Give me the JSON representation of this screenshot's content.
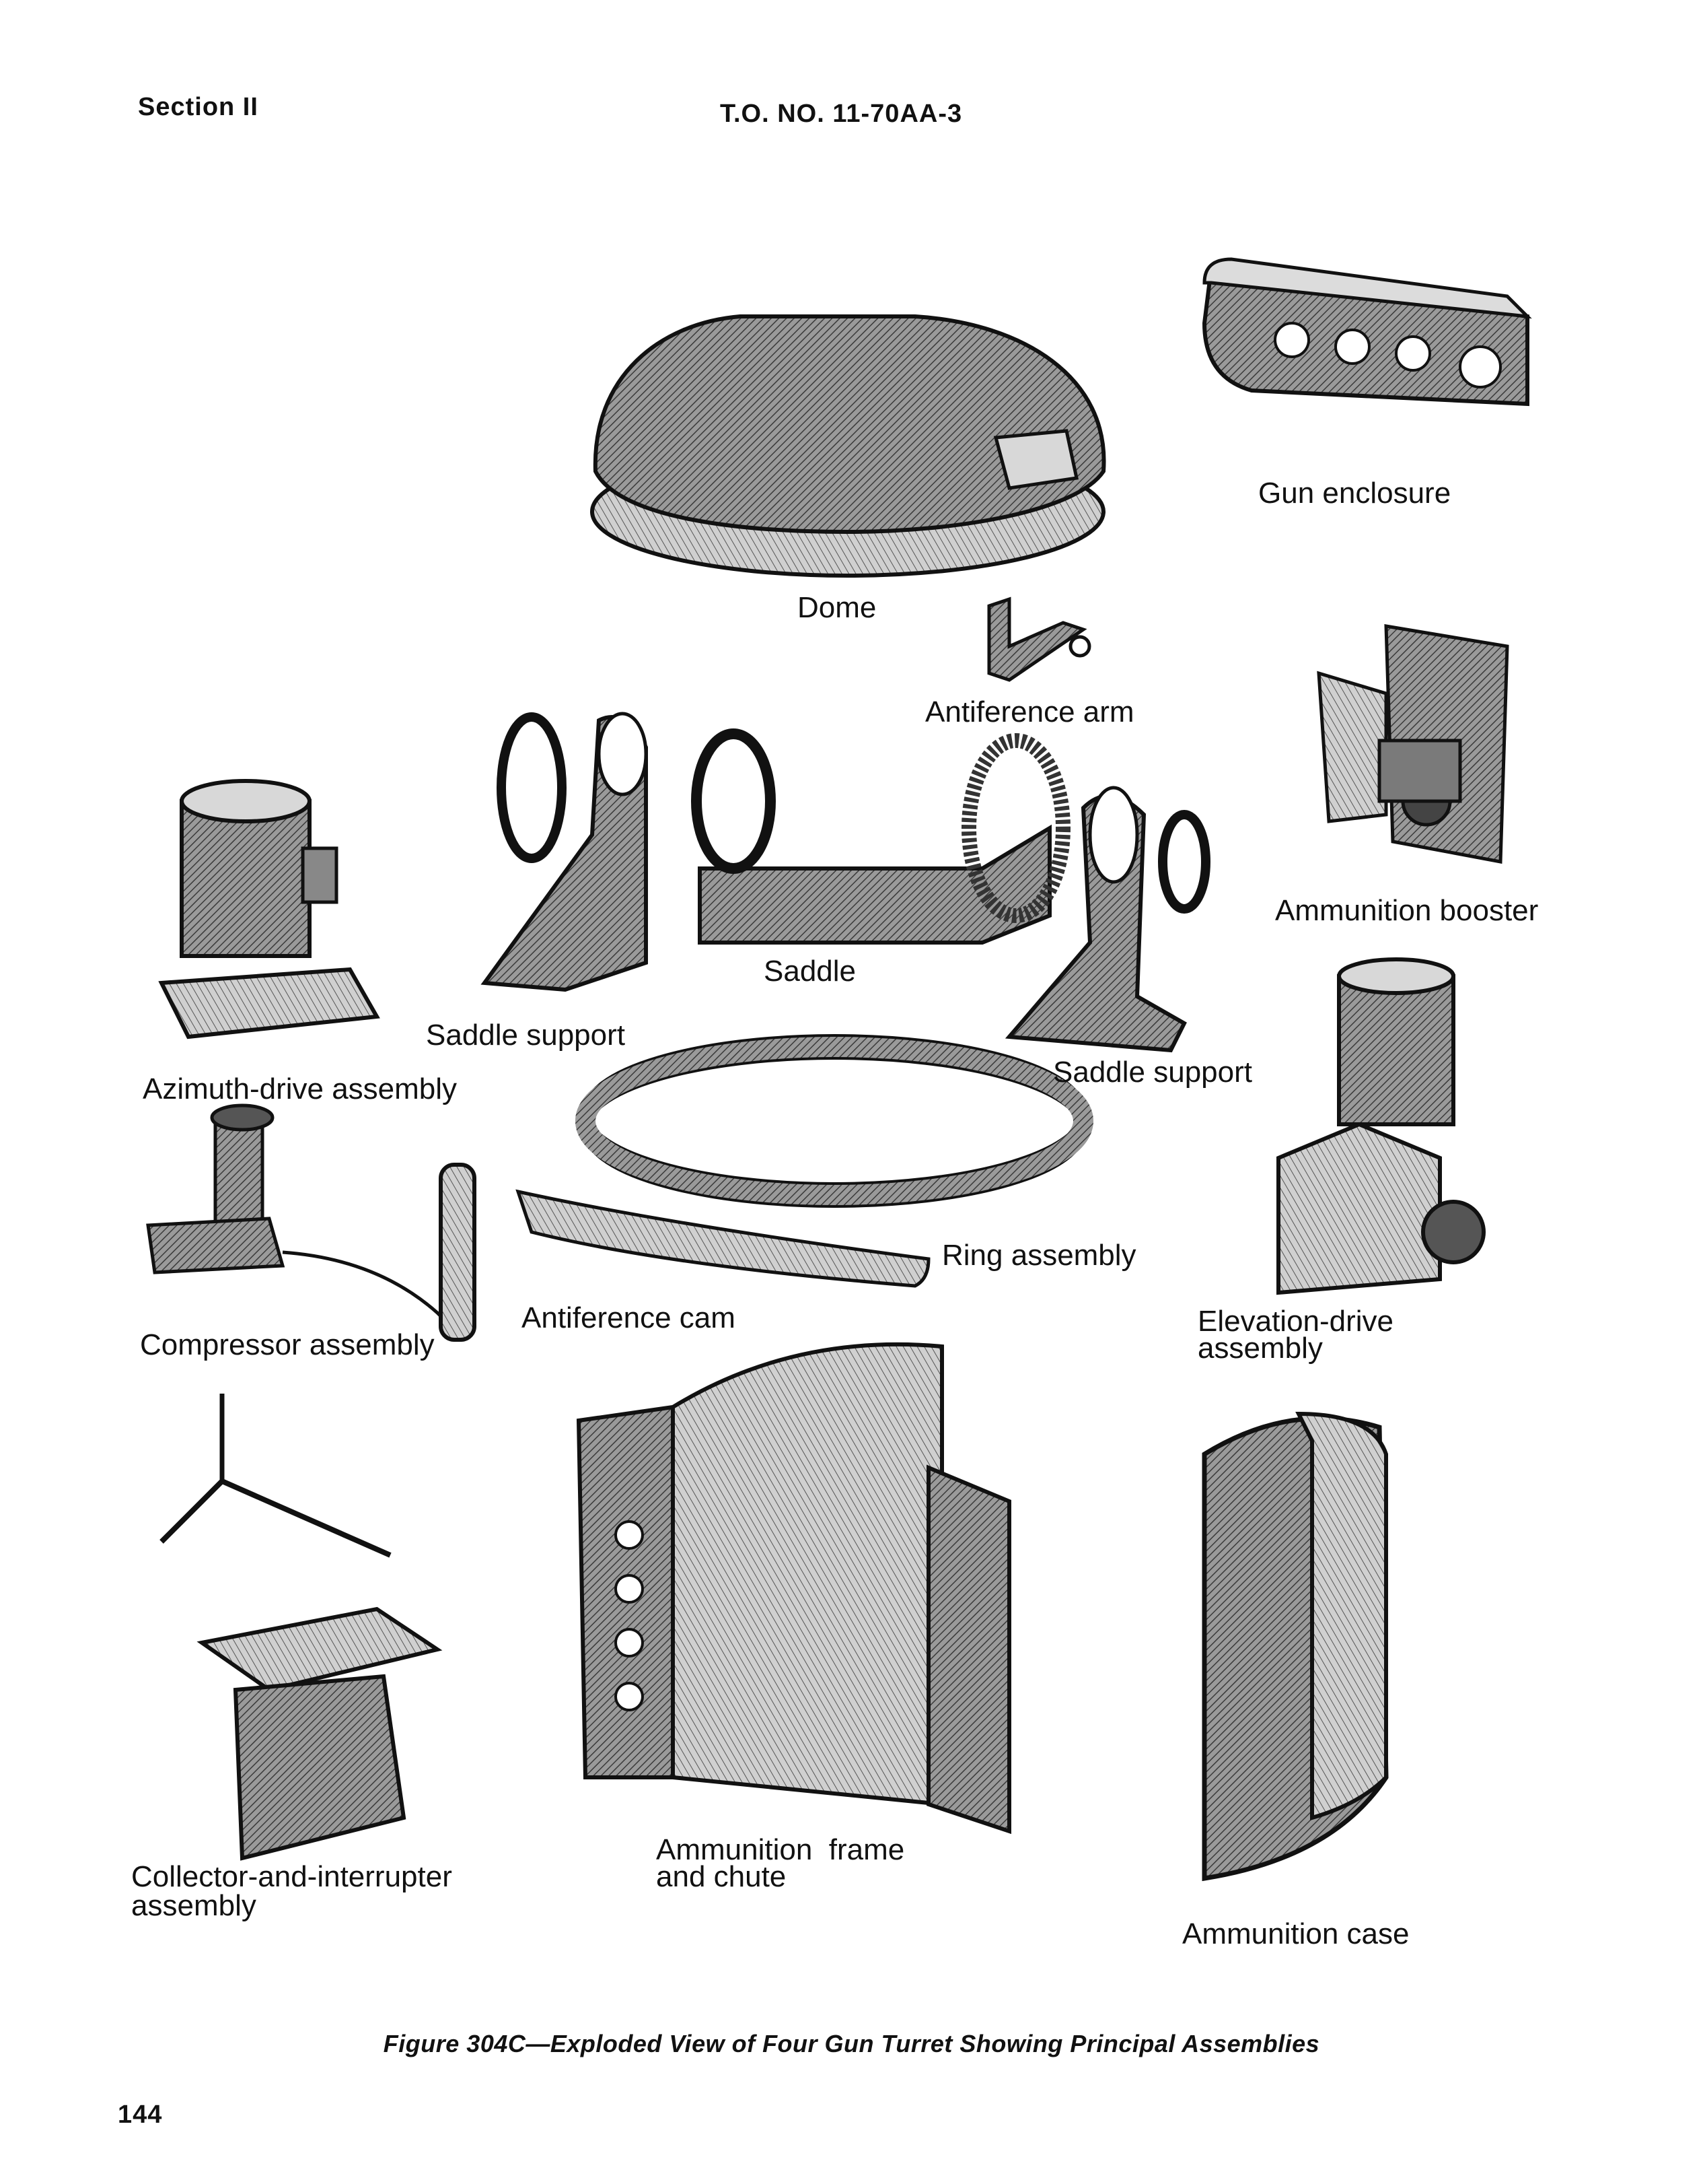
{
  "header": {
    "section": "Section II",
    "doc_number": "T.O. NO. 11-70AA-3"
  },
  "labels": {
    "dome": "Dome",
    "gun_enclosure": "Gun enclosure",
    "antiference_arm": "Antiference arm",
    "ammunition_booster": "Ammunition booster",
    "saddle": "Saddle",
    "saddle_support_left": "Saddle support",
    "saddle_support_right": "Saddle support",
    "azimuth_drive": "Azimuth-drive assembly",
    "ring_assembly": "Ring assembly",
    "compressor": "Compressor assembly",
    "antiference_cam": "Antiference cam",
    "elevation_drive_1": "Elevation-drive",
    "elevation_drive_2": "assembly",
    "collector_1": "Collector-and-interrupter",
    "collector_2": "assembly",
    "ammo_frame_1": "Ammunition  frame",
    "ammo_frame_2": "and chute",
    "ammo_case": "Ammunition case"
  },
  "caption": "Figure 304C—Exploded View of Four Gun Turret Showing Principal Assemblies",
  "page_number": "144",
  "colors": {
    "ink": "#111111",
    "shade": "#6a6a6a",
    "light": "#b8b8b8",
    "paper": "#ffffff"
  }
}
